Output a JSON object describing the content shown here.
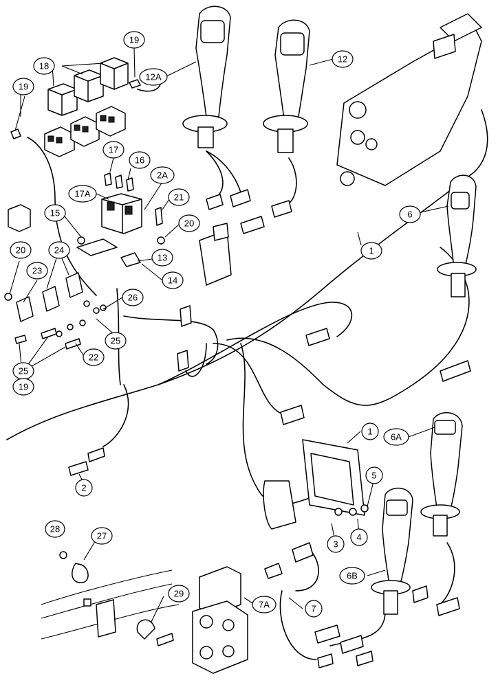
{
  "callouts": {
    "c19a": "19",
    "c18": "18",
    "c12A": "12A",
    "c12": "12",
    "c19b": "19",
    "c17": "17",
    "c16": "16",
    "c17A": "17A",
    "c2A": "2A",
    "c21": "21",
    "c15": "15",
    "c20a": "20",
    "c6": "6",
    "c1a": "1",
    "c13": "13",
    "c20b": "20",
    "c24": "24",
    "c23": "23",
    "c14": "14",
    "c26": "26",
    "c25a": "25",
    "c22": "22",
    "c25b": "25",
    "c19c": "19",
    "c2": "2",
    "c1b": "1",
    "c6A": "6A",
    "c5": "5",
    "c3": "3",
    "c4": "4",
    "c6B": "6B",
    "c28": "28",
    "c27": "27",
    "c29": "29",
    "c7A": "7A",
    "c7": "7"
  }
}
